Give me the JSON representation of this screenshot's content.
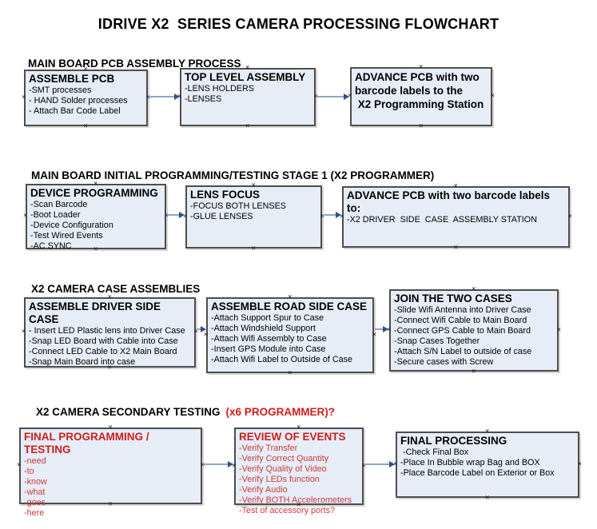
{
  "page_title": "IDRIVE X2  SERIES CAMERA PROCESSING FLOWCHART",
  "sections": {
    "s1": {
      "heading": "MAIN BOARD PCB ASSEMBLY PROCESS"
    },
    "s2": {
      "heading": "MAIN BOARD INITIAL PROGRAMMING/TESTING STAGE 1 (X2 PROGRAMMER)"
    },
    "s3": {
      "heading": "X2 CAMERA CASE ASSEMBLIES"
    },
    "s4": {
      "heading": "X2 CAMERA SECONDARY TESTING",
      "heading_note": "(x6 PROGRAMMER)?"
    }
  },
  "boxes": {
    "a1": {
      "title": "ASSEMBLE PCB",
      "items": [
        "-SMT processes",
        "- HAND Solder processes",
        "- Attach Bar Code Label"
      ]
    },
    "a2": {
      "title": "TOP LEVEL ASSEMBLY",
      "items": [
        "-LENS HOLDERS",
        "-LENSES"
      ]
    },
    "a3": {
      "lines": [
        "ADVANCE PCB with two",
        "barcode labels to the",
        " X2 Programming Station"
      ]
    },
    "b1": {
      "title": "DEVICE PROGRAMMING",
      "items": [
        "-Scan Barcode",
        "-Boot Loader",
        "-Device Configuration",
        "-Test Wired Events",
        "-AC SYNC"
      ]
    },
    "b2": {
      "title": "LENS FOCUS",
      "items": [
        "-FOCUS BOTH LENSES",
        "-GLUE LENSES"
      ]
    },
    "b3": {
      "title": "ADVANCE PCB with two barcode labels to:",
      "items": [
        "-X2 DRIVER  SIDE  CASE  ASSEMBLY STATION"
      ]
    },
    "c1": {
      "title": "ASSEMBLE DRIVER SIDE CASE",
      "items": [
        "- Insert LED Plastic lens into Driver Case",
        "-Snap LED Board with Cable into Case",
        "-Connect LED Cable to X2 Main Board",
        "-Snap Main Board into case"
      ]
    },
    "c2": {
      "title": "ASSEMBLE ROAD SIDE CASE",
      "items": [
        "-Attach Support Spur to Case",
        "-Attach Windshield Support",
        "-Attach Wifi Assembly to Case",
        "-Insert GPS Module into Case",
        "-Attach Wifi Label to Outside of Case"
      ]
    },
    "c3": {
      "title": "JOIN THE TWO CASES",
      "items": [
        "-Slide Wifi Antenna into Driver Case",
        "-Connect Wifi Cable to Main Board",
        "-Connect GPS Cable to Main Board",
        "-Snap Cases Together",
        "-Attach S/N Label to outside of case",
        "-Secure cases with Screw"
      ]
    },
    "d1": {
      "title": "FINAL PROGRAMMING / TESTING",
      "items": [
        "-need",
        "-to",
        "-know",
        "-what",
        "-goes",
        "-here"
      ]
    },
    "d2": {
      "title": "REVIEW OF EVENTS",
      "items": [
        "-Verify Transfer",
        "-Verify Correct Quantity",
        "-Verify Quality of Video",
        "-Verify LEDs function",
        "-Verify Audio",
        "-Verify BOTH Accelerometers",
        "-Test of accessory ports?"
      ]
    },
    "d3": {
      "title": "FINAL PROCESSING",
      "items": [
        " -Check Final Box",
        "-Place In Bubble wrap Bag and BOX",
        "-Place Barcode Label on Exterior or Box"
      ]
    }
  },
  "colors": {
    "box_fill": "#e7edf7",
    "box_border": "#4d4d4d",
    "connector_line": "#8fa5c8",
    "connector_head": "#2f4f8f",
    "red_title": "#cf1d1d",
    "red_text": "#cd3b3b",
    "text": "#000000"
  }
}
